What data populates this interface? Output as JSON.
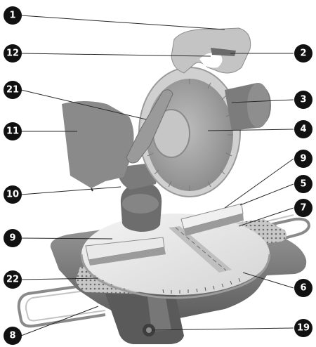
{
  "callouts": [
    {
      "id": "c1",
      "label": "1"
    },
    {
      "id": "c12",
      "label": "12"
    },
    {
      "id": "c2",
      "label": "2"
    },
    {
      "id": "c21",
      "label": "21"
    },
    {
      "id": "c3",
      "label": "3"
    },
    {
      "id": "c11",
      "label": "11"
    },
    {
      "id": "c4",
      "label": "4"
    },
    {
      "id": "c9a",
      "label": "9"
    },
    {
      "id": "c5",
      "label": "5"
    },
    {
      "id": "c10",
      "label": "10"
    },
    {
      "id": "c7",
      "label": "7"
    },
    {
      "id": "c9b",
      "label": "9"
    },
    {
      "id": "c22",
      "label": "22"
    },
    {
      "id": "c6",
      "label": "6"
    },
    {
      "id": "c8",
      "label": "8"
    },
    {
      "id": "c19",
      "label": "19"
    }
  ],
  "colors": {
    "badge": "#111111",
    "badge_text": "#ffffff",
    "leader": "#2a2a2a",
    "body_light": "#d6d6d6",
    "body_mid": "#a9a9a9",
    "body_dark": "#555555",
    "table_top": "#ebebeb"
  }
}
